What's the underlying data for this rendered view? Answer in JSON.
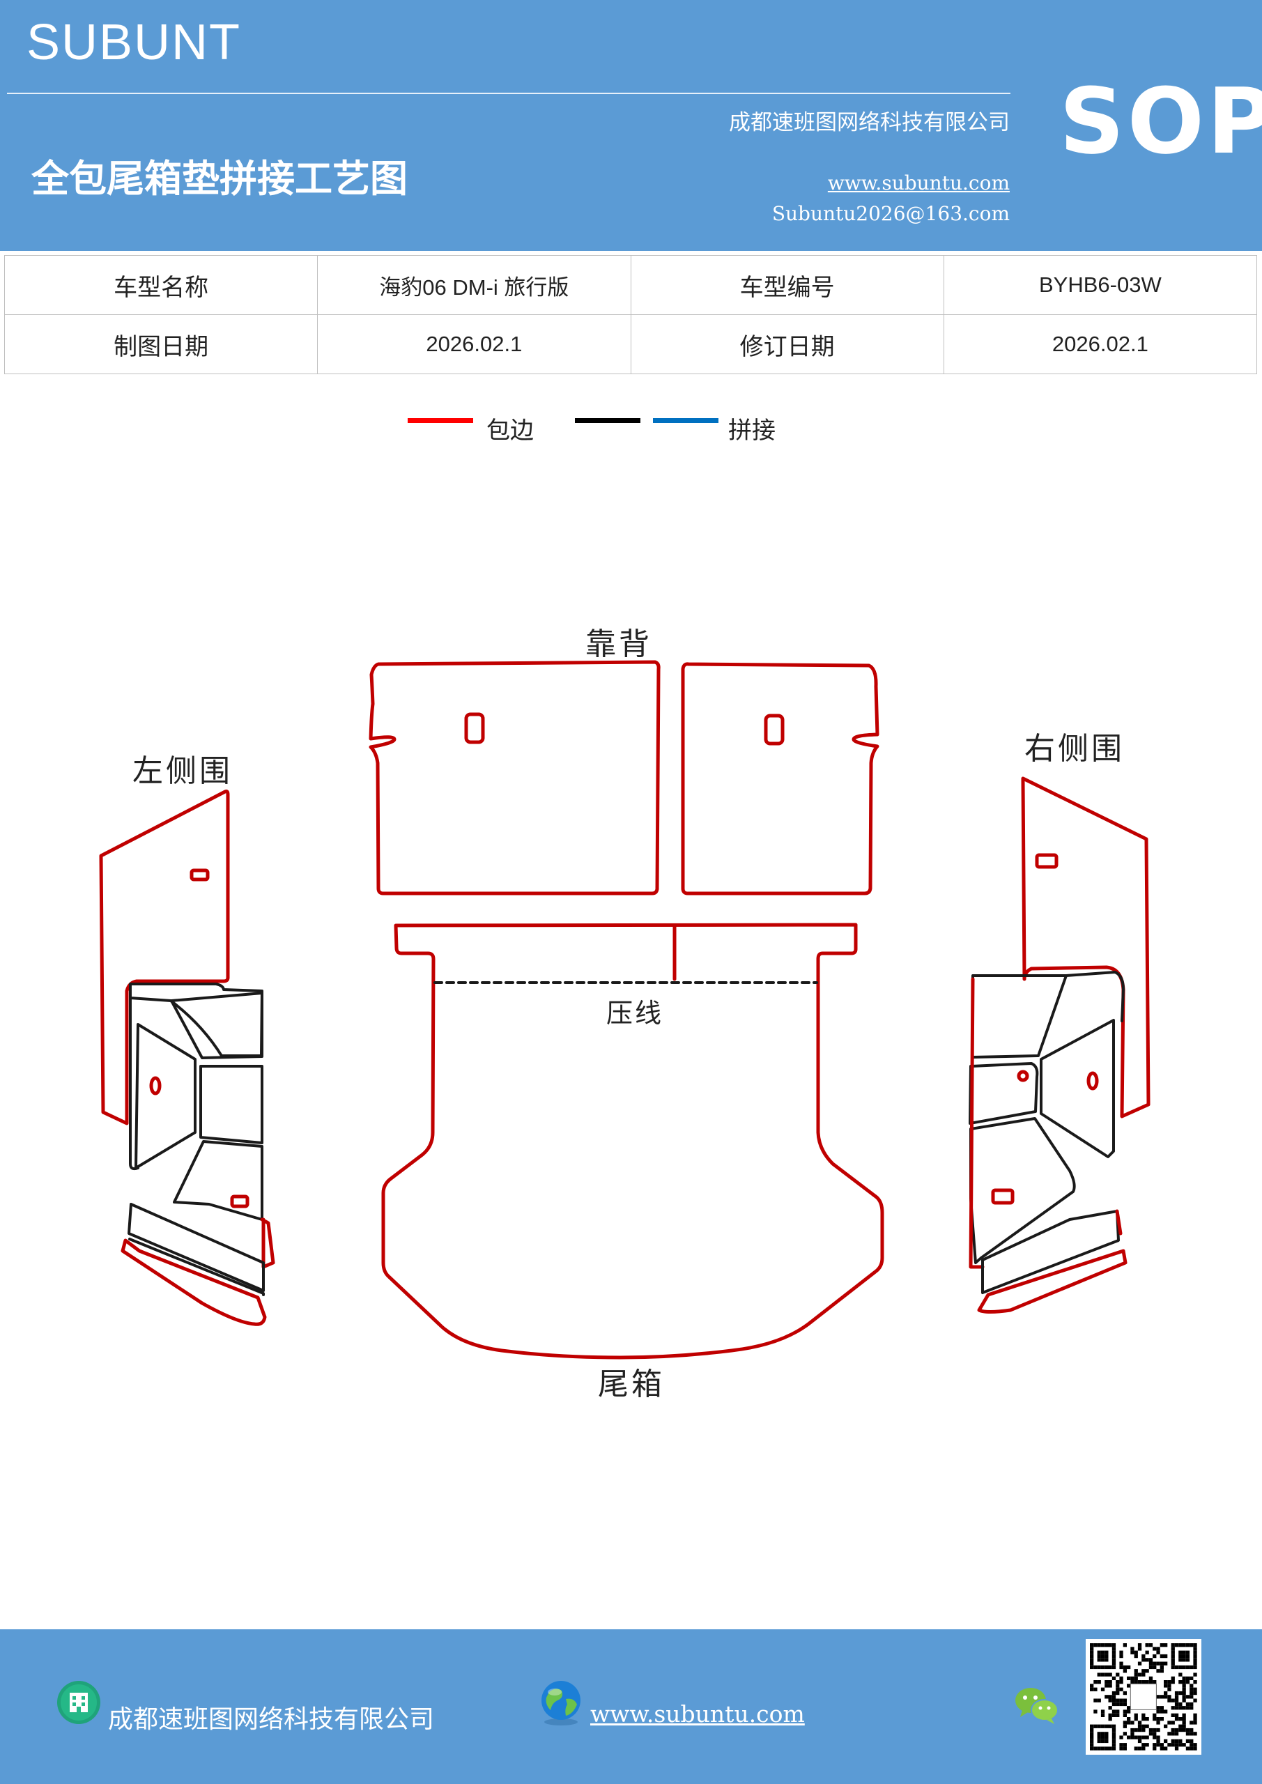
{
  "header": {
    "brand": "SUBUNT",
    "company": "成都速班图网络科技有限公司",
    "title": "全包尾箱垫拼接工艺图",
    "website": "www.subuntu.com",
    "email": "Subuntu2026@163.com",
    "badge": "SOP",
    "background_color": "#5b9bd5"
  },
  "info_table": {
    "rows": [
      [
        "车型名称",
        "海豹06  DM-i 旅行版",
        "车型编号",
        "BYHB6-03W"
      ],
      [
        "制图日期",
        "2026.02.1",
        "修订日期",
        "2026.02.1"
      ]
    ]
  },
  "legend": {
    "items": [
      {
        "label": "包边",
        "color": "#ff0000"
      },
      {
        "label": "",
        "color": "#000000"
      },
      {
        "label": "拼接",
        "color": "#0070c0"
      }
    ]
  },
  "diagram": {
    "outline_color": "#c00000",
    "seam_color": "#1a1a1a",
    "labels": {
      "backrest": "靠背",
      "left_side": "左侧围",
      "right_side": "右侧围",
      "press_line": "压线",
      "trunk": "尾箱"
    }
  },
  "footer": {
    "company": "成都速班图网络科技有限公司",
    "website": "www.subuntu.com",
    "icons": [
      "building-icon",
      "globe-icon",
      "wechat-icon",
      "qr-code"
    ]
  }
}
